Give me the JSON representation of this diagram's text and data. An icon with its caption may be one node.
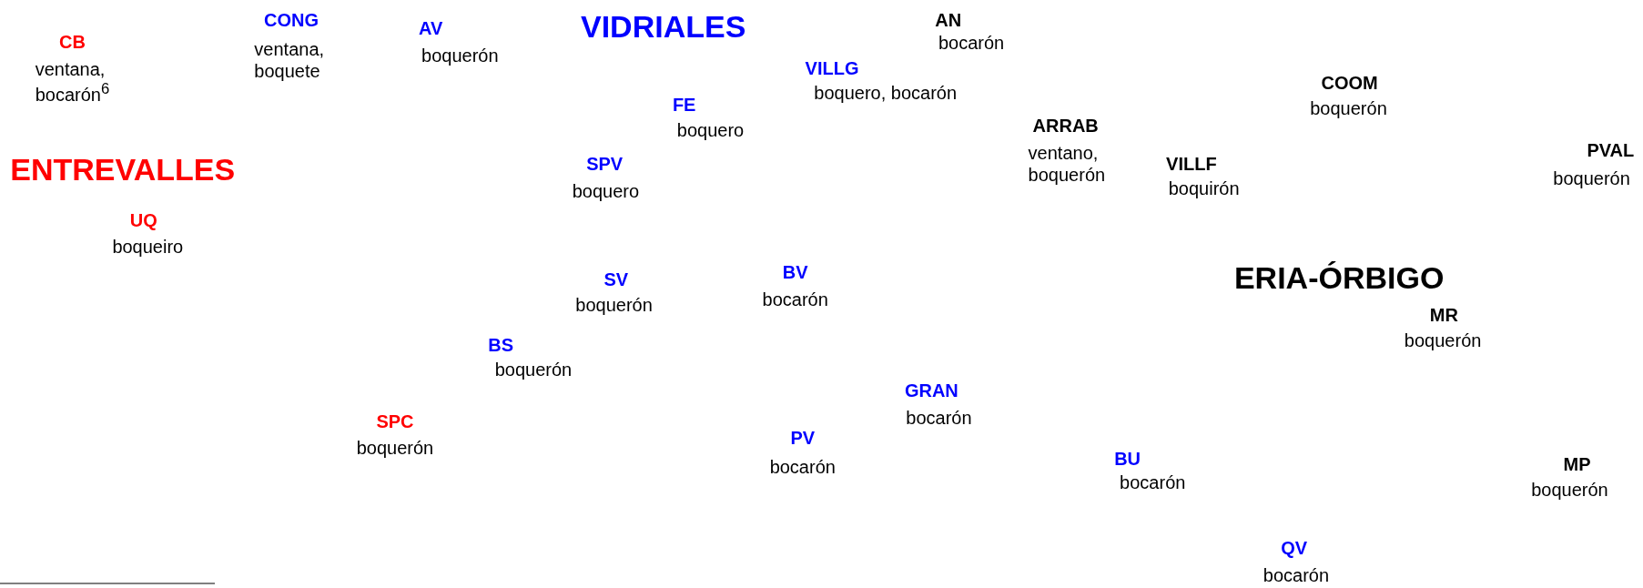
{
  "diagram": {
    "labels": [
      "VIDRIALES",
      "CONG",
      "ventana, boquete",
      "AN",
      "bocarón",
      "AV",
      "boquerón",
      "CB",
      "ventana, bocarón$^{6}$",
      "VILLG",
      "boquero, bocarón",
      "COOM",
      "boquerón",
      "FE",
      "boquero",
      "ARRAB",
      "ventano, boquerón",
      "PVAL",
      "boquerón",
      "SPV",
      "boquero",
      "VILLF",
      "boquirón",
      "ENTREVALLES",
      "UQ",
      "boqueiro",
      "SV",
      "boquerón",
      "BV",
      "bocarón",
      "ERIA-ÓRBIGO",
      "MR",
      "boquerón",
      "BS",
      "boquerón",
      "GRAN",
      "bocarón",
      "SPC",
      "boquerón",
      "PV",
      "bocarón",
      "BU",
      "bocarón",
      "MP",
      "boquerón",
      "QV",
      "bocarón"
    ]
  }
}
